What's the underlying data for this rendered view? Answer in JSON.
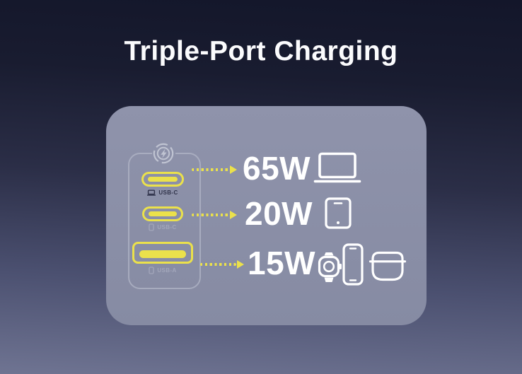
{
  "title": "Triple-Port Charging",
  "colors": {
    "accent_yellow": "#ebe14b",
    "card_background": "#8b8fa8",
    "background_top": "#13162a",
    "background_bottom": "#6f7492",
    "text_white": "#ffffff",
    "port_label_dark": "#30334a",
    "port_label_light": "#a3a7bb"
  },
  "charger": {
    "fast_charge_badge": "lightning-circle",
    "ports": [
      {
        "connector": "USB-C",
        "label": "USB-C",
        "label_icon": "laptop"
      },
      {
        "connector": "USB-C",
        "label": "USB-C",
        "label_icon": "phone"
      },
      {
        "connector": "USB-A",
        "label": "USB-A",
        "label_icon": "phone"
      }
    ]
  },
  "outputs": [
    {
      "watts": "65W",
      "devices": [
        "laptop"
      ]
    },
    {
      "watts": "20W",
      "devices": [
        "tablet"
      ]
    },
    {
      "watts": "15W",
      "devices": [
        "smartwatch",
        "phone",
        "earbuds-case"
      ]
    }
  ]
}
